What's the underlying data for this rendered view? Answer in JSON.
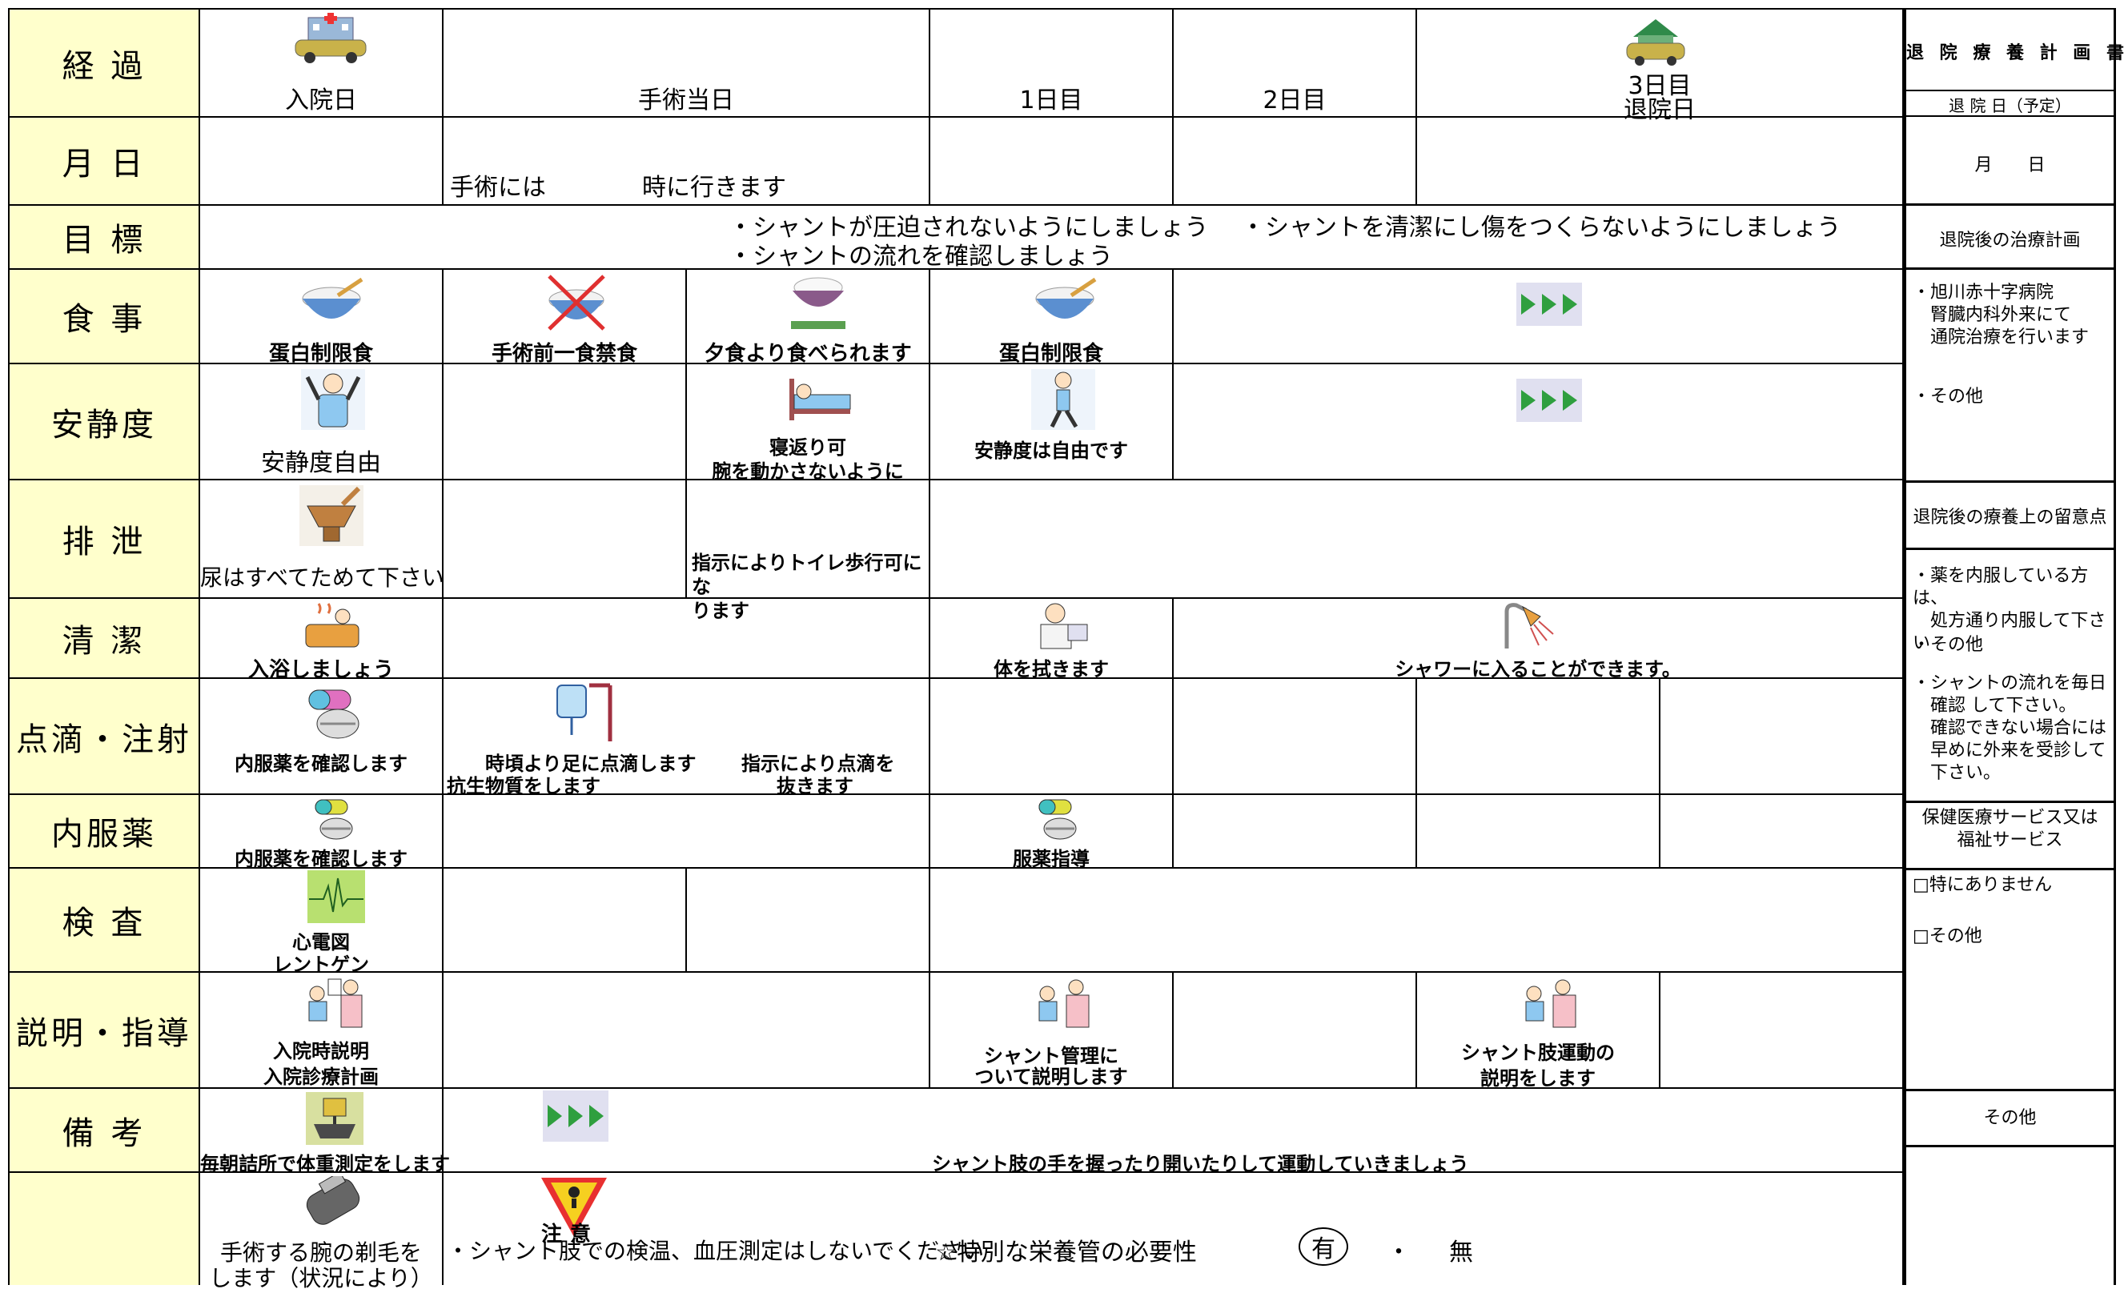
{
  "rows": {
    "keika": "経 過",
    "gappi": "月 日",
    "mokuhyo": "目 標",
    "shokuji": "食 事",
    "anseido": "安静度",
    "haisetsu": "排 泄",
    "seiketsu": "清 潔",
    "tenteki": "点滴・注射",
    "naifuku": "内服薬",
    "kensa": "検 査",
    "setsumei": "説明・指導",
    "biko": "備 考"
  },
  "columns": {
    "admission": "入院日",
    "surgery": "手術当日",
    "day1": "1日目",
    "day2": "2日目",
    "day3": "3日目",
    "discharge": "退院日"
  },
  "date_row": {
    "surgery_time": "手術には　　　　時に行きます"
  },
  "goals": {
    "line1a": "・シャントが圧迫されないようにしましょう",
    "line1b": "・シャントを清潔にし傷をつくらないようにしましょう",
    "line2": "・シャントの流れを確認しましょう"
  },
  "meal": {
    "adm": "蛋白制限食",
    "pre_op": "手術前一食禁食",
    "post_op": "夕食より食べられます",
    "day1": "蛋白制限食"
  },
  "rest": {
    "adm": "安静度自由",
    "post_op_1": "寝返り可",
    "post_op_2": "腕を動かさないように",
    "day1": "安静度は自由です"
  },
  "excretion": {
    "adm": "尿はすべてためて下さい",
    "post_op": "指示によりトイレ歩行可にな\nります"
  },
  "hygiene": {
    "adm": "入浴しましょう",
    "day1": "体を拭きます",
    "day2": "シャワーに入ることができます。"
  },
  "drip": {
    "adm": "内服薬を確認します",
    "surg_1": "時頃より足に点滴します",
    "surg_2": "抗生物質をします",
    "post_1": "指示により点滴を",
    "post_2": "抜きます"
  },
  "medicine": {
    "adm": "内服薬を確認します",
    "day1": "服薬指導"
  },
  "exam": {
    "ecg": "心電図",
    "xray": "レントゲン"
  },
  "explain": {
    "adm_1": "入院時説明",
    "adm_2": "入院診療計画",
    "day1_1": "シャント管理に",
    "day1_2": "ついて説明します",
    "day3_1": "シャント肢運動の",
    "day3_2": "説明をします"
  },
  "remarks": {
    "adm": "毎朝詰所で体重測定をします",
    "rest": "シャント肢の手を握ったり開いたりして運動していきましょう"
  },
  "notes": {
    "adm_1": "手術する腕の剃毛を",
    "adm_2": "します（状況により）",
    "caution_label": "注意",
    "caution": "・シャント肢での検温、血圧測定はしないでください",
    "nutrition": "☆特別な栄養管の必要性",
    "yes": "有",
    "dot": "・",
    "no": "無"
  },
  "right_panel": {
    "title": "退 院 療 養 計 画 書",
    "discharge_date_label": "退 院 日（予定）",
    "month_day": "月　　日",
    "treatment_title": "退院後の治療計画",
    "treatment_1": "・旭川赤十字病院\n　腎臓内科外来にて\n　通院治療を行います",
    "treatment_2": "・その他",
    "care_title": "退院後の療養上の留意点",
    "care_1": "・薬を内服している方は、\n　処方通り内服して下さい",
    "care_2": "・その他",
    "care_3": "・シャントの流れを毎日\n　確認 して下さい。\n　確認できない場合には\n　早めに外来を受診して\n　下さい。",
    "service_title": "保健医療サービス又は\n福祉サービス",
    "service_1": "□特にありません",
    "service_2": "□その他",
    "other": "その他"
  },
  "colors": {
    "header_bg": "#ffffcc",
    "arrow_green": "#2f9f3f",
    "arrow_bg": "#e0e0f0"
  }
}
